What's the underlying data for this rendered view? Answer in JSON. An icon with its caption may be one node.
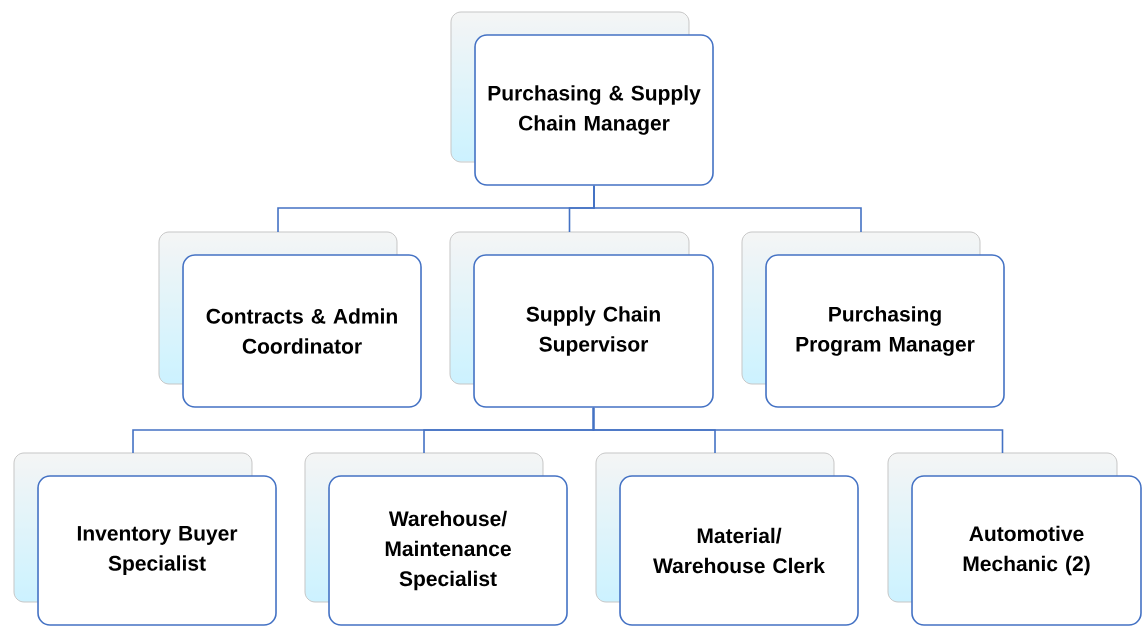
{
  "diagram": {
    "nodes": [
      {
        "text": [
          "Purchasing & Supply Chain Manager"
        ]
      },
      {
        "text": [
          "Contracts & Admin Coordinator"
        ]
      },
      {
        "text": [
          "Supply Chain Supervisor"
        ]
      },
      {
        "text": [
          "Purchasing Program Manager"
        ]
      },
      {
        "text": [
          "Inventory Buyer Specialist"
        ]
      },
      {
        "text": [
          "Warehouse/ Maintenance Specialist"
        ]
      },
      {
        "text": [
          "Material/ Warehouse Clerk"
        ]
      },
      {
        "text": [
          "Automotive Mechanic (2)"
        ]
      }
    ],
    "edges": [
      {
        "from": 0,
        "to": 1,
        "arrow": "none"
      },
      {
        "from": 0,
        "to": 2,
        "arrow": "none"
      },
      {
        "from": 0,
        "to": 3,
        "arrow": "none"
      },
      {
        "from": 2,
        "to": 4,
        "arrow": "none"
      },
      {
        "from": 2,
        "to": 5,
        "arrow": "none"
      },
      {
        "from": 2,
        "to": 6,
        "arrow": "none"
      },
      {
        "from": 2,
        "to": 7,
        "arrow": "none"
      }
    ]
  }
}
